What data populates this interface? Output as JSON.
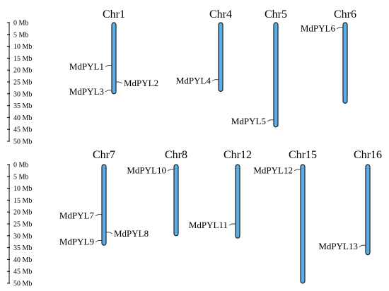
{
  "colors": {
    "chromosome_fill": "#5aaee8",
    "chromosome_outline": "#1e1e1e",
    "text": "#000000"
  },
  "panels": [
    {
      "ticks": [
        "0 Mb",
        "5 Mb",
        "10 Mb",
        "15 Mb",
        "20 Mb",
        "25 Mb",
        "30 Mb",
        "35 Mb",
        "40 Mb",
        "45 Mb",
        "50 Mb"
      ],
      "tick_values_mb": [
        0,
        5,
        10,
        15,
        20,
        25,
        30,
        35,
        40,
        45,
        50
      ],
      "chromosomes": [
        {
          "name": "Chr1",
          "length_mb": 30,
          "genes": [
            {
              "name": "MdPYL1",
              "position_mb": 18,
              "side": "left"
            },
            {
              "name": "MdPYL2",
              "position_mb": 25,
              "side": "right"
            },
            {
              "name": "MdPYL3",
              "position_mb": 28.5,
              "side": "left"
            }
          ]
        },
        {
          "name": "Chr4",
          "length_mb": 29,
          "genes": [
            {
              "name": "MdPYL4",
              "position_mb": 24,
              "side": "left"
            }
          ]
        },
        {
          "name": "Chr5",
          "length_mb": 44,
          "genes": [
            {
              "name": "MdPYL5",
              "position_mb": 41,
              "side": "left"
            }
          ]
        },
        {
          "name": "Chr6",
          "length_mb": 34,
          "genes": [
            {
              "name": "MdPYL6",
              "position_mb": 2,
              "side": "left"
            }
          ]
        }
      ]
    },
    {
      "ticks": [
        "0 Mb",
        "5 Mb",
        "10 Mb",
        "15 Mb",
        "20 Mb",
        "25 Mb",
        "30 Mb",
        "35 Mb",
        "40 Mb",
        "45 Mb",
        "50 Mb"
      ],
      "tick_values_mb": [
        0,
        5,
        10,
        15,
        20,
        25,
        30,
        35,
        40,
        45,
        50
      ],
      "chromosomes": [
        {
          "name": "Chr7",
          "length_mb": 34,
          "genes": [
            {
              "name": "MdPYL7",
              "position_mb": 21,
              "side": "left"
            },
            {
              "name": "MdPYL8",
              "position_mb": 28.5,
              "side": "right"
            },
            {
              "name": "MdPYL9",
              "position_mb": 32,
              "side": "left"
            }
          ]
        },
        {
          "name": "Chr8",
          "length_mb": 30,
          "genes": [
            {
              "name": "MdPYL10",
              "position_mb": 2,
              "side": "left"
            }
          ]
        },
        {
          "name": "Chr12",
          "length_mb": 31,
          "genes": [
            {
              "name": "MdPYL11",
              "position_mb": 25,
              "side": "left"
            }
          ]
        },
        {
          "name": "Chr15",
          "length_mb": 50,
          "genes": [
            {
              "name": "MdPYL12",
              "position_mb": 2,
              "side": "left"
            }
          ]
        },
        {
          "name": "Chr16",
          "length_mb": 38,
          "genes": [
            {
              "name": "MdPYL13",
              "position_mb": 34,
              "side": "left"
            }
          ]
        }
      ]
    }
  ]
}
